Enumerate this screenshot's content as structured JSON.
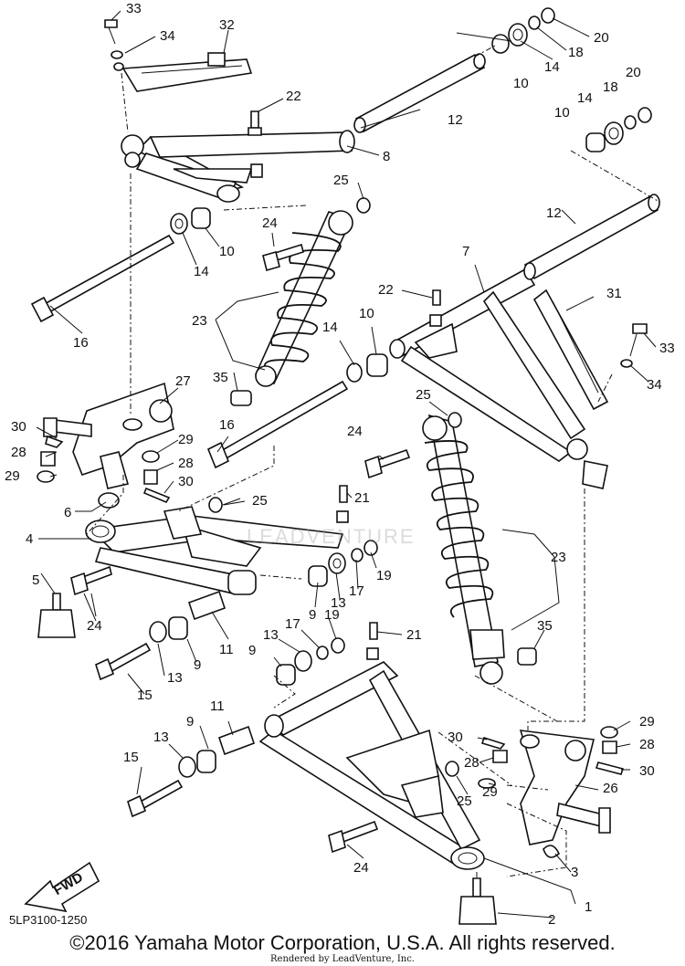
{
  "diagram": {
    "callouts": [
      "33",
      "34",
      "32",
      "22",
      "20",
      "18",
      "14",
      "10",
      "12",
      "8",
      "25",
      "24",
      "10",
      "14",
      "16",
      "20",
      "18",
      "14",
      "10",
      "12",
      "7",
      "22",
      "31",
      "33",
      "34",
      "23",
      "35",
      "14",
      "10",
      "27",
      "30",
      "29",
      "28",
      "29",
      "28",
      "30",
      "16",
      "25",
      "24",
      "21",
      "6",
      "4",
      "5",
      "24",
      "25",
      "23",
      "13",
      "17",
      "19",
      "9",
      "24",
      "13",
      "9",
      "11",
      "15",
      "9",
      "19",
      "17",
      "13",
      "21",
      "35",
      "9",
      "11",
      "13",
      "15",
      "29",
      "28",
      "30",
      "30",
      "28",
      "29",
      "26",
      "25",
      "24",
      "3",
      "1",
      "2"
    ],
    "fwd_label": "FWD",
    "drawing_code": "5LP3100-1250",
    "copyright": "©2016 Yamaha Motor Corporation, U.S.A. All rights reserved.",
    "watermark": "LEADVENTURE",
    "renderer": "Rendered by LeadVenture, Inc."
  }
}
